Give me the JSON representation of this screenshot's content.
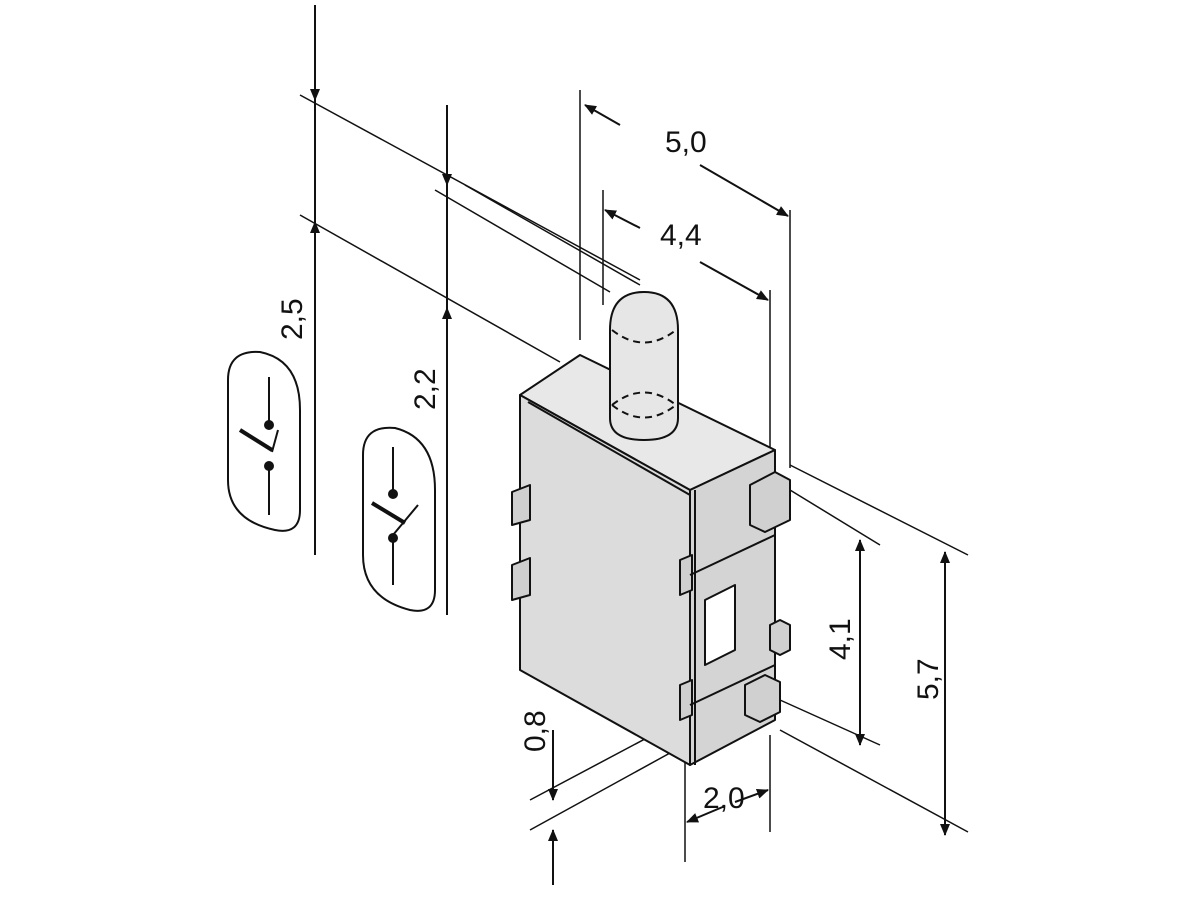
{
  "drawing": {
    "dimensions": {
      "d50": "5,0",
      "d44": "4,4",
      "d25": "2,5",
      "d22": "2,2",
      "d41": "4,1",
      "d57": "5,7",
      "d08": "0,8",
      "d20": "2,0"
    },
    "colors": {
      "body": "#dcdcdc",
      "line": "#111111",
      "plunger": "#e6e6e6"
    },
    "symbols": [
      "normally-open-switch-icon",
      "normally-closed-switch-icon"
    ]
  }
}
